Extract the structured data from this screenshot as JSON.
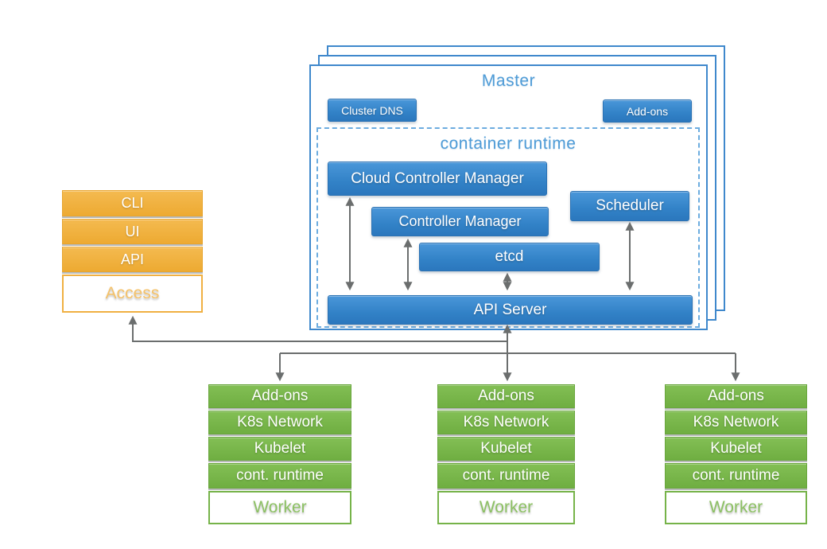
{
  "colors": {
    "node_blue": "#3282c7",
    "master_border_blue": "#3f88cc",
    "title_blue": "#4f9cd7",
    "dashed_blue": "#6cacdf",
    "access_orange": "#f0b042",
    "worker_green": "#76b349",
    "connector_gray": "#6b6e6e"
  },
  "access_stack": {
    "rows": [
      "CLI",
      "UI",
      "API"
    ],
    "base_label": "Access"
  },
  "master": {
    "title": "Master",
    "cluster_dns_label": "Cluster DNS",
    "addons_label": "Add-ons",
    "container_runtime": {
      "title": "container runtime",
      "cloud_controller_manager": "Cloud Controller Manager",
      "controller_manager": "Controller Manager",
      "scheduler": "Scheduler",
      "etcd": "etcd",
      "api_server": "API Server"
    }
  },
  "workers": [
    {
      "rows": [
        "Add-ons",
        "K8s Network",
        "Kubelet",
        "cont. runtime"
      ],
      "base_label": "Worker"
    },
    {
      "rows": [
        "Add-ons",
        "K8s Network",
        "Kubelet",
        "cont. runtime"
      ],
      "base_label": "Worker"
    },
    {
      "rows": [
        "Add-ons",
        "K8s Network",
        "Kubelet",
        "cont. runtime"
      ],
      "base_label": "Worker"
    }
  ]
}
